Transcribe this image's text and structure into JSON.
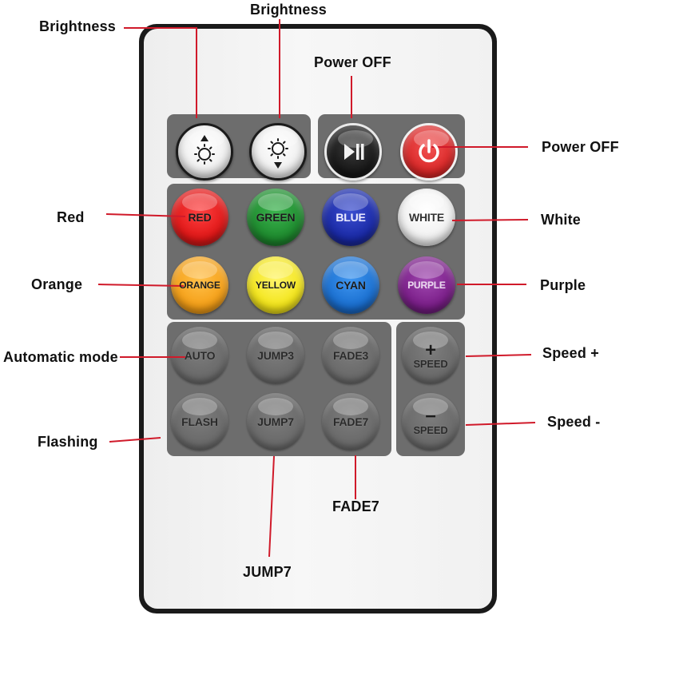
{
  "annotations": {
    "brightness_left": "Brightness",
    "brightness_top": "Brightness",
    "power_off_top": "Power OFF",
    "power_off_right": "Power OFF",
    "red": "Red",
    "white": "White",
    "orange": "Orange",
    "purple": "Purple",
    "automatic_mode": "Automatic mode",
    "speed_plus": "Speed +",
    "flashing": "Flashing",
    "speed_minus": "Speed -",
    "fade7": "FADE7",
    "jump7": "JUMP7"
  },
  "buttons": {
    "red": "RED",
    "green": "GREEN",
    "blue": "BLUE",
    "white": "WHITE",
    "orange": "ORANGE",
    "yellow": "YELLOW",
    "cyan": "CYAN",
    "purple": "PURPLE",
    "auto": "AUTO",
    "jump3": "JUMP3",
    "fade3": "FADE3",
    "flash": "FLASH",
    "jump7": "JUMP7",
    "fade7": "FADE7",
    "speed_plus_symbol": "+",
    "speed_plus": "SPEED",
    "speed_minus_symbol": "−",
    "speed_minus": "SPEED"
  },
  "icons": {
    "brightness_up": "sun-arrow-up-icon",
    "brightness_down": "sun-arrow-down-icon",
    "play_pause": "play-pause-icon",
    "power": "power-icon"
  },
  "colors": {
    "leader_line": "#d01a2a",
    "red": "#e01818",
    "green": "#1e8a2e",
    "blue": "#1a2aa6",
    "white": "#f4f4f4",
    "orange": "#f5a018",
    "yellow": "#f3e51a",
    "cyan": "#1a6fd0",
    "purple": "#7a1e88",
    "panel_gray": "#6d6d6d"
  }
}
